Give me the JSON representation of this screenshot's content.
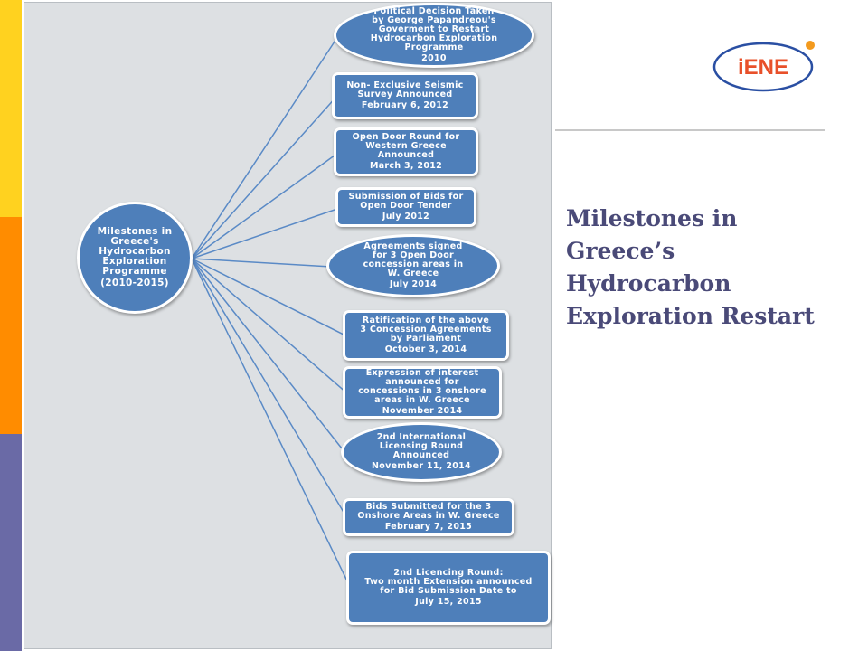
{
  "slide": {
    "title_lines": [
      "Milestones in",
      "Greece’s",
      "Hydrocarbon",
      "Exploration Restart"
    ]
  },
  "logo": {
    "text": "iENE"
  },
  "colors": {
    "node_fill": "#4e7fba",
    "connector": "#5a8ac6",
    "title": "#4a4a78",
    "sidebar": [
      "#ffd21f",
      "#ff8c00",
      "#6a6aa6"
    ]
  },
  "diagram": {
    "hub": {
      "lines": [
        "Milestones in",
        "Greece's",
        "Hydrocarbon",
        "Exploration",
        "Programme"
      ],
      "period": "(2010-2015)"
    },
    "milestones": [
      {
        "lines": [
          "Political Decision Taken",
          "by George Papandreou's",
          "Goverment to Restart",
          "Hydrocarbon Exploration",
          "Programme"
        ],
        "date": "2010"
      },
      {
        "lines": [
          "Non- Exclusive Seismic",
          "Survey Announced"
        ],
        "date": "February 6, 2012"
      },
      {
        "lines": [
          "Open Door Round for",
          "Western Greece",
          "Announced"
        ],
        "date": "March 3, 2012"
      },
      {
        "lines": [
          "Submission of Bids for",
          "Open Door Tender"
        ],
        "date": "July 2012"
      },
      {
        "lines": [
          "Agreements signed",
          "for 3 Open Door",
          "concession areas in",
          "W. Greece"
        ],
        "date": "July 2014"
      },
      {
        "lines": [
          "Ratification of the above",
          "3 Concession Agreements",
          "by Parliament"
        ],
        "date": "October 3, 2014"
      },
      {
        "lines": [
          "Expression of interest",
          "announced for",
          "concessions in 3 onshore",
          "areas in W. Greece"
        ],
        "date": "November 2014"
      },
      {
        "lines": [
          "2nd International",
          "Licensing Round",
          "Announced"
        ],
        "date": "November 11, 2014"
      },
      {
        "lines": [
          "Bids Submitted for the 3",
          "Onshore Areas in W. Greece"
        ],
        "date": "February 7, 2015"
      },
      {
        "lines": [
          "2nd Licencing Round:",
          "Two month Extension announced",
          "for Bid Submission Date to"
        ],
        "date": "July 15, 2015"
      }
    ]
  }
}
